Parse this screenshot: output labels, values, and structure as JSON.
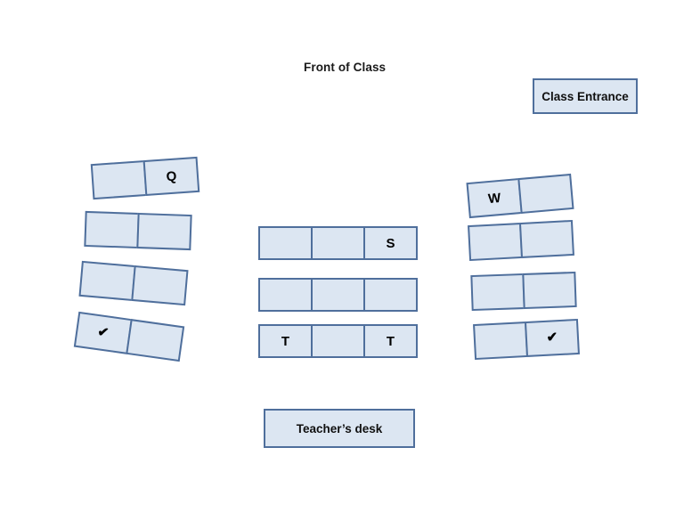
{
  "page": {
    "background_color": "#ffffff",
    "seat_fill_color": "#dce6f2",
    "seat_border_color": "#4f6f9c"
  },
  "labels": {
    "front_of_class": "Front of Class"
  },
  "boxes": {
    "class_entrance": "Class Entrance",
    "teachers_desk": "Teacher’s desk"
  },
  "seating": {
    "left_column": [
      {
        "row": 1,
        "seats": [
          "",
          "Q"
        ]
      },
      {
        "row": 2,
        "seats": [
          "",
          ""
        ]
      },
      {
        "row": 3,
        "seats": [
          "",
          ""
        ]
      },
      {
        "row": 4,
        "seats": [
          "✔",
          ""
        ]
      }
    ],
    "middle_column": [
      {
        "row": 1,
        "seats": [
          "",
          "",
          "S"
        ]
      },
      {
        "row": 2,
        "seats": [
          "",
          "",
          ""
        ]
      },
      {
        "row": 3,
        "seats": [
          "T",
          "",
          "T"
        ]
      }
    ],
    "right_column": [
      {
        "row": 1,
        "seats": [
          "W",
          ""
        ]
      },
      {
        "row": 2,
        "seats": [
          "",
          ""
        ]
      },
      {
        "row": 3,
        "seats": [
          "",
          ""
        ]
      },
      {
        "row": 4,
        "seats": [
          "",
          "✔"
        ]
      }
    ]
  }
}
